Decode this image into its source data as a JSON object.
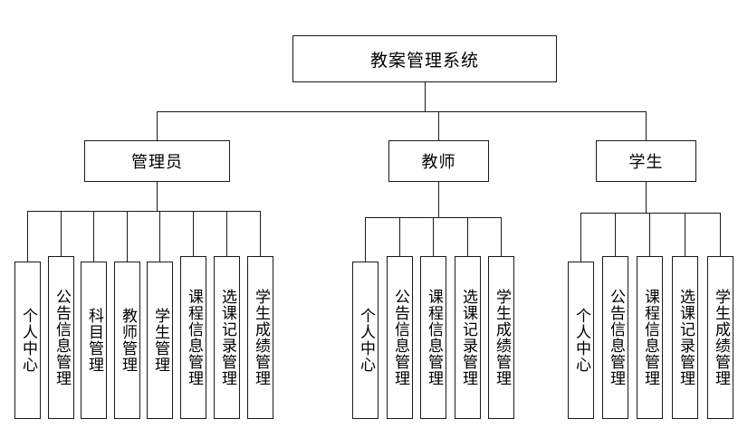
{
  "diagram": {
    "title_node": "教案管理系统",
    "roles": [
      {
        "key": "admin",
        "label": "管理员",
        "features": [
          "个人中心",
          "公告信息管理",
          "科目管理",
          "教师管理",
          "学生管理",
          "课程信息管理",
          "选课记录管理",
          "学生成绩管理"
        ]
      },
      {
        "key": "teacher",
        "label": "教师",
        "features": [
          "个人中心",
          "公告信息管理",
          "课程信息管理",
          "选课记录管理",
          "学生成绩管理"
        ]
      },
      {
        "key": "student",
        "label": "学生",
        "features": [
          "个人中心",
          "公告信息管理",
          "课程信息管理",
          "选课记录管理",
          "学生成绩管理"
        ]
      }
    ],
    "colors": {
      "line": "#1a1a1a",
      "box_fill": "#ffffff",
      "text": "#000000",
      "background": "#ffffff"
    }
  }
}
